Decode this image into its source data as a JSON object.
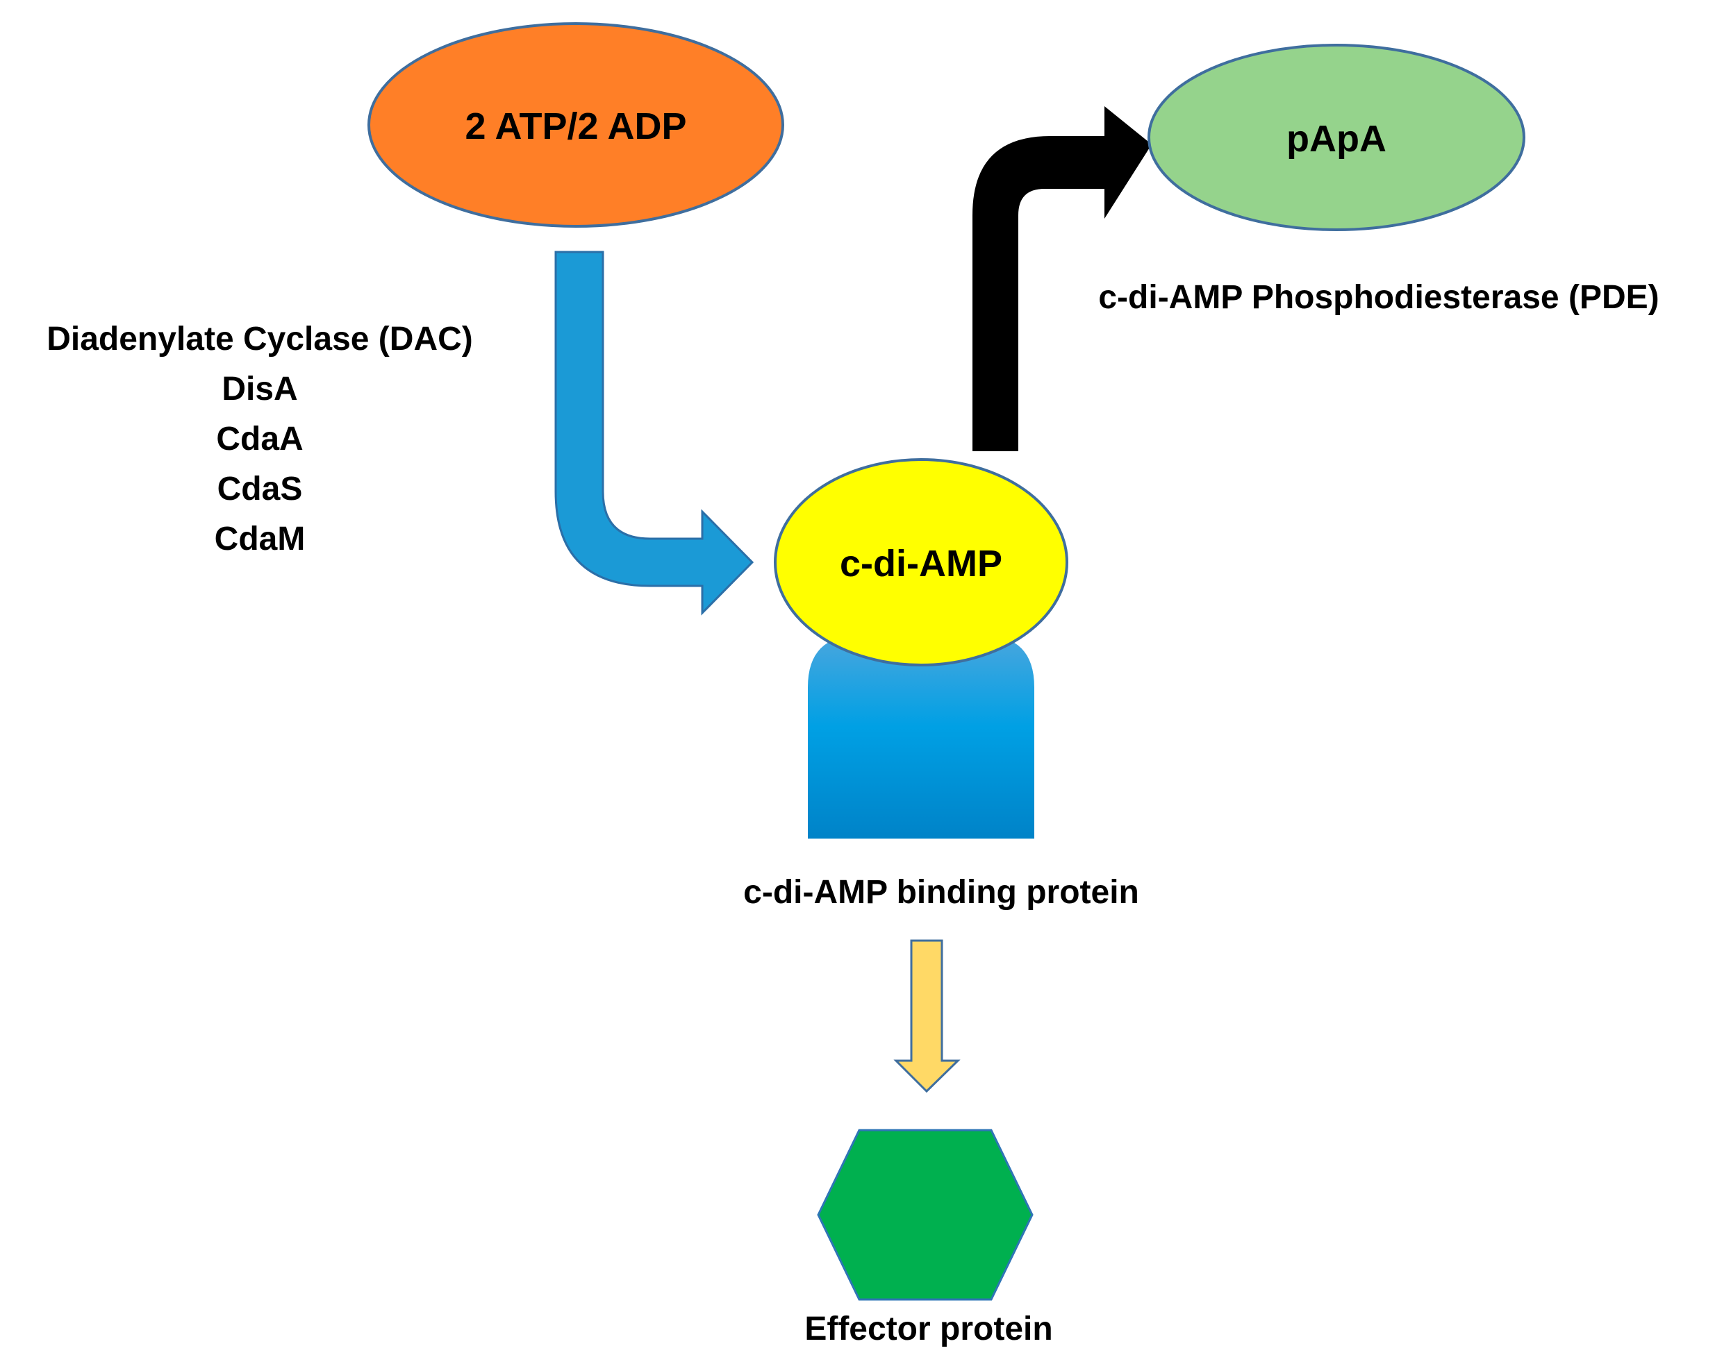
{
  "nodes": {
    "substrate": {
      "label": "2 ATP/2 ADP",
      "color": "#FF7F27"
    },
    "product": {
      "label": "pApA",
      "color": "#95D38C"
    },
    "messenger": {
      "label": "c-di-AMP",
      "color": "#FFFF00"
    },
    "binding_protein": {
      "label": "c-di-AMP binding protein",
      "color_top": "#4AA6DE",
      "color_bottom": "#0083C8"
    },
    "effector": {
      "label": "Effector protein",
      "color": "#00B04F"
    }
  },
  "enzymes": {
    "synthesis": {
      "lines": [
        "Diadenylate Cyclase (DAC)",
        "DisA",
        "CdaA",
        "CdaS",
        "CdaM"
      ]
    },
    "degradation": {
      "label": "c-di-AMP Phosphodiesterase (PDE)"
    }
  },
  "arrows": {
    "synthesis_color": "#1B9AD6",
    "degradation_color": "#000000",
    "signaling_color": "#FFD966"
  }
}
